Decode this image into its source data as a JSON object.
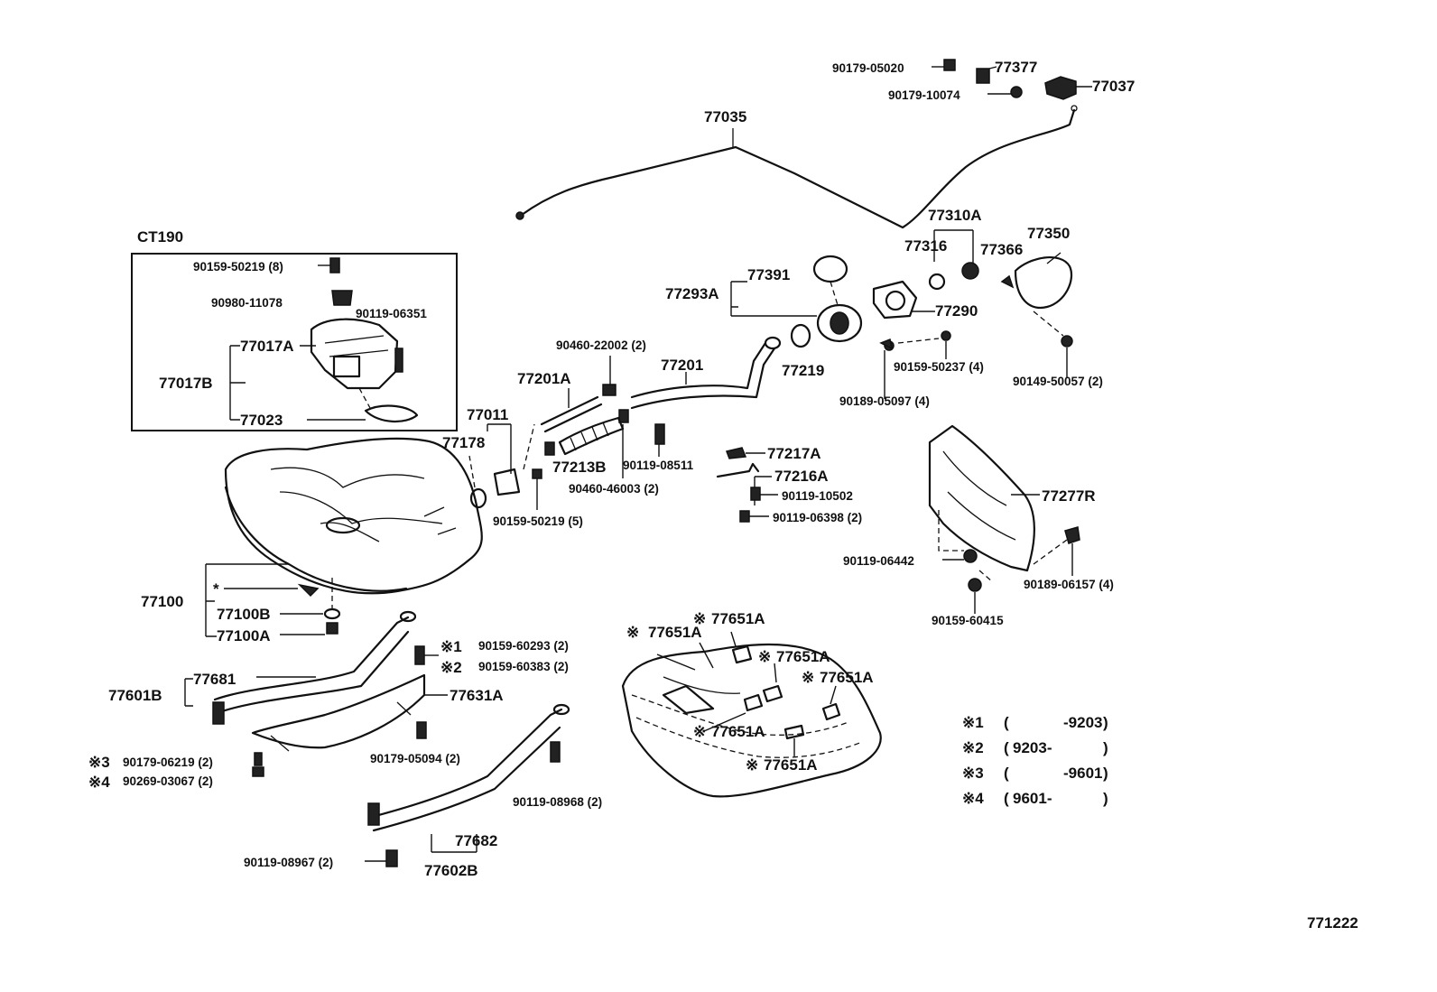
{
  "figure_id": "771222",
  "box_title": "CT190",
  "parts": {
    "p77035": "77035",
    "p77037": "77037",
    "p77377": "77377",
    "p90179_05020": "90179-05020",
    "p90179_10074": "90179-10074",
    "p77310A": "77310A",
    "p77316": "77316",
    "p77366": "77366",
    "p77350": "77350",
    "p77290": "77290",
    "p77391": "77391",
    "p77293A": "77293A",
    "p77219": "77219",
    "p77201": "77201",
    "p77201A": "77201A",
    "p90460_22002": "90460-22002 (2)",
    "p90159_50237": "90159-50237 (4)",
    "p90149_50057": "90149-50057 (2)",
    "p90189_05097": "90189-05097 (4)",
    "p90159_50219_8": "90159-50219 (8)",
    "p90980_11078": "90980-11078",
    "p90119_06351": "90119-06351",
    "p77017A": "77017A",
    "p77017B": "77017B",
    "p77023": "77023",
    "p77011": "77011",
    "p77178": "77178",
    "p77213B": "77213B",
    "p90119_08511": "90119-08511",
    "p77217A": "77217A",
    "p77216A": "77216A",
    "p90460_46003": "90460-46003 (2)",
    "p90119_10502": "90119-10502",
    "p90119_06398": "90119-06398 (2)",
    "p90159_50219_5": "90159-50219 (5)",
    "p77277R": "77277R",
    "p90119_06442": "90119-06442",
    "p90189_06157": "90189-06157 (4)",
    "p90159_60415": "90159-60415",
    "p77100": "77100",
    "p77100B": "77100B",
    "p77100A": "77100A",
    "p77681": "77681",
    "p77601B": "77601B",
    "p77631A": "77631A",
    "p90159_60293": "90159-60293 (2)",
    "p90159_60383": "90159-60383 (2)",
    "p90179_06219": "90179-06219 (2)",
    "p90269_03067": "90269-03067 (2)",
    "p90179_05094": "90179-05094 (2)",
    "p90119_08968": "90119-08968 (2)",
    "p77682": "77682",
    "p77602B": "77602B",
    "p90119_08967": "90119-08967 (2)",
    "p77651A": "77651A"
  },
  "marks": {
    "m1": "※1",
    "m2": "※2",
    "m3": "※3",
    "m4": "※4",
    "asterisk": "※",
    "star": "*"
  },
  "legend": [
    {
      "mark": "※1",
      "open": "(",
      "from": "",
      "to": "-9203",
      "close": ")"
    },
    {
      "mark": "※2",
      "open": "(",
      "from": "9203-",
      "to": "",
      "close": ")"
    },
    {
      "mark": "※3",
      "open": "(",
      "from": "",
      "to": "-9601",
      "close": ")"
    },
    {
      "mark": "※4",
      "open": "(",
      "from": "9601-",
      "to": "",
      "close": ")"
    }
  ]
}
